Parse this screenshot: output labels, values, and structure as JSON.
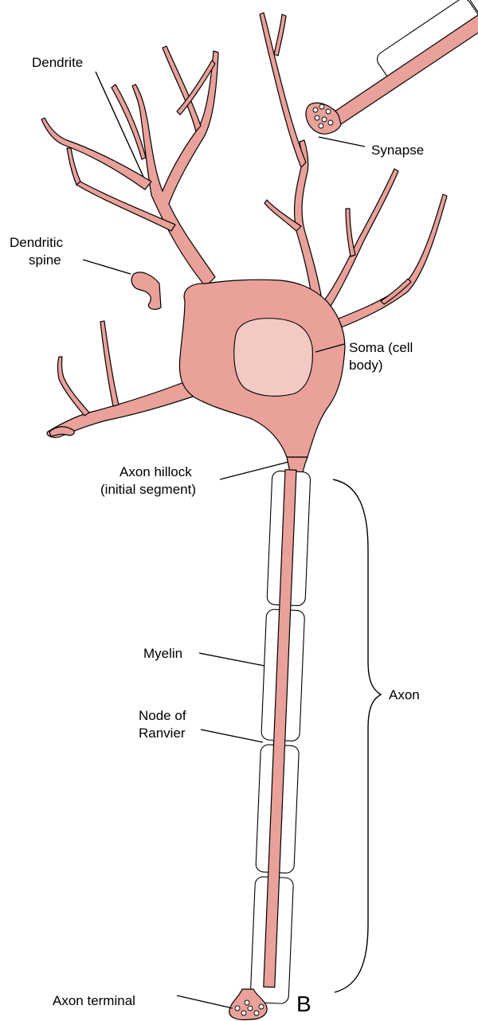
{
  "diagram": {
    "labels": {
      "dendrite": "Dendrite",
      "dendritic_spine_line1": "Dendritic",
      "dendritic_spine_line2": "spine",
      "synapse": "Synapse",
      "soma_line1": "Soma (cell",
      "soma_line2": "body)",
      "axon_hillock_line1": "Axon hillock",
      "axon_hillock_line2": "(initial segment)",
      "myelin": "Myelin",
      "node_line1": "Node of",
      "node_line2": "Ranvier",
      "axon": "Axon",
      "axon_terminal": "Axon terminal"
    },
    "panel_letter": "B",
    "colors": {
      "cell": "#E9A19A",
      "nucleus": "#F2C9C3",
      "myelin": "#FFFFFF",
      "outline": "#000000"
    }
  }
}
